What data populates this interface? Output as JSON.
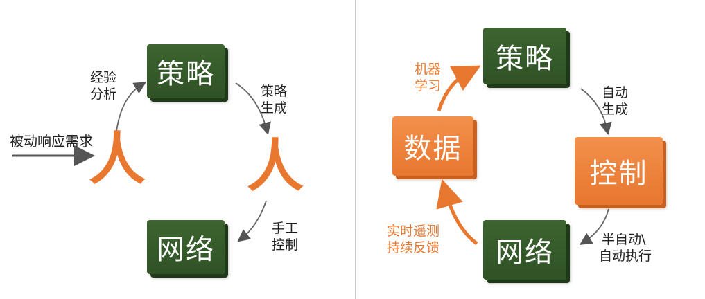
{
  "left": {
    "blocks": {
      "strategy": "策略",
      "network": "网络"
    },
    "labels": {
      "experience": [
        "经验",
        "分析"
      ],
      "strategy_gen": [
        "策略",
        "生成"
      ],
      "manual": [
        "手工",
        "控制"
      ],
      "passive": "被动响应需求"
    },
    "persons": [
      "人",
      "人"
    ]
  },
  "right": {
    "blocks": {
      "strategy": "策略",
      "data": "数据",
      "control": "控制",
      "network": "网络"
    },
    "labels": {
      "ml": [
        "机器",
        "学习"
      ],
      "auto_gen": [
        "自动",
        "生成"
      ],
      "semi_auto": [
        "半自动\\",
        "自动执行"
      ],
      "telemetry": [
        "实时遥测",
        "持续反馈"
      ]
    }
  },
  "colors": {
    "green": "#2f5226",
    "orange": "#e8772f",
    "arrow_gray": "#555555"
  }
}
